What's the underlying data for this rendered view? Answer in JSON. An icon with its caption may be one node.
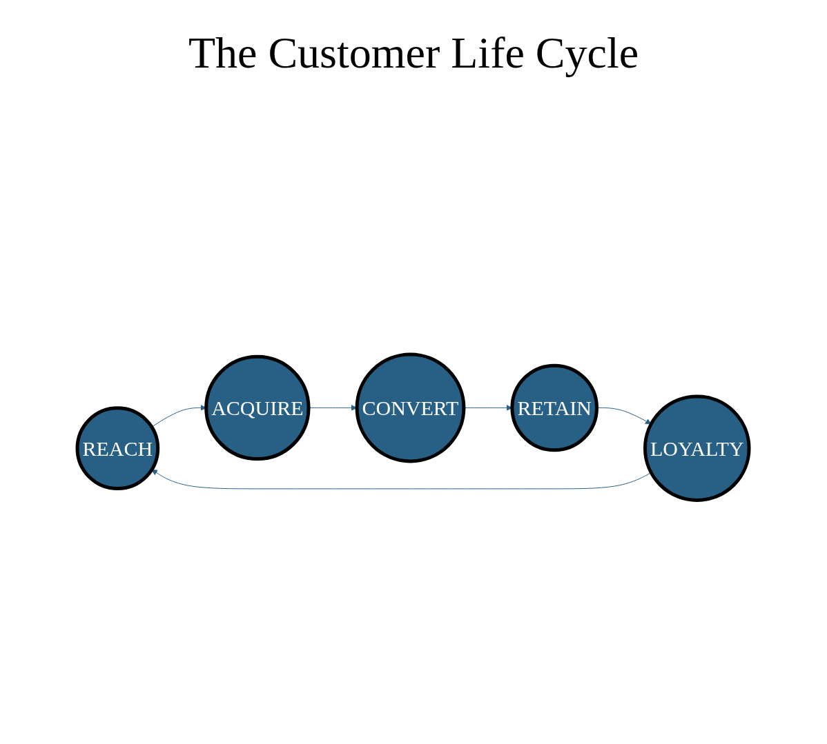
{
  "diagram": {
    "title": "The Customer Life Cycle",
    "nodes": [
      {
        "text": [
          "REACH"
        ]
      },
      {
        "text": [
          "ACQUIRE"
        ]
      },
      {
        "text": [
          "CONVERT"
        ]
      },
      {
        "text": [
          "RETAIN"
        ]
      },
      {
        "text": [
          "LOYALTY"
        ]
      }
    ],
    "edges": [
      {
        "from": 0,
        "to": 1,
        "arrow": "to"
      },
      {
        "from": 1,
        "to": 2,
        "arrow": "to"
      },
      {
        "from": 2,
        "to": 3,
        "arrow": "to"
      },
      {
        "from": 3,
        "to": 4,
        "arrow": "to"
      },
      {
        "from": 4,
        "to": 0,
        "arrow": "to"
      }
    ]
  }
}
